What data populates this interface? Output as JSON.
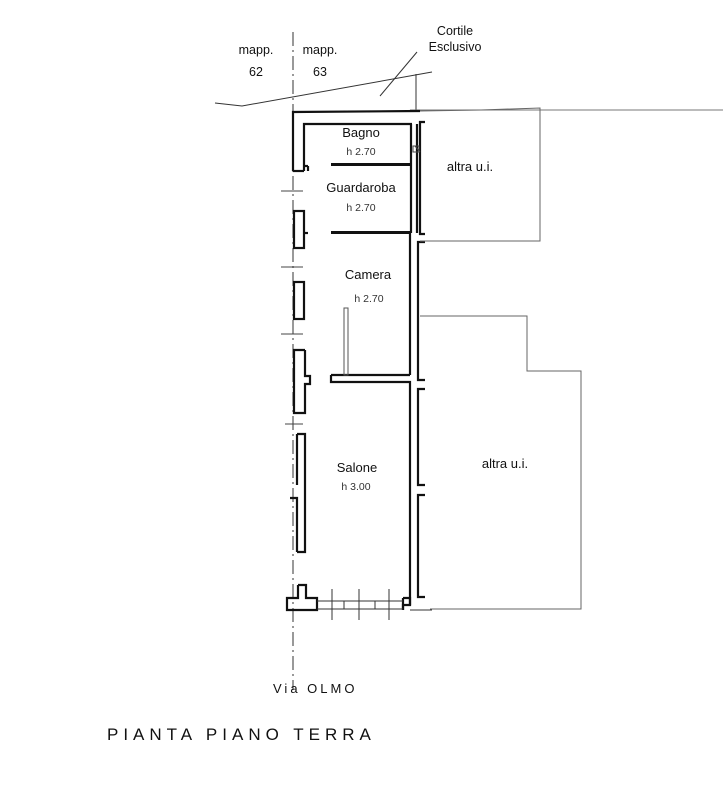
{
  "drawing": {
    "title": "PIANTA PIANO TERRA",
    "street": "Via OLMO",
    "parcels": [
      {
        "label": "mapp.",
        "number": "62"
      },
      {
        "label": "mapp.",
        "number": "63"
      }
    ],
    "courtyard": {
      "line1": "Cortile",
      "line2": "Esclusivo"
    },
    "rooms": [
      {
        "name": "Bagno",
        "height": "h 2.70"
      },
      {
        "name": "Guardaroba",
        "height": "h 2.70"
      },
      {
        "name": "Camera",
        "height": "h 2.70"
      },
      {
        "name": "Salone",
        "height": "h 3.00"
      }
    ],
    "adjacent_units": [
      {
        "label": "altra u.i."
      },
      {
        "label": "altra u.i."
      }
    ],
    "colors": {
      "wall": "#111111",
      "thin_line": "#555555",
      "background": "#ffffff"
    }
  }
}
